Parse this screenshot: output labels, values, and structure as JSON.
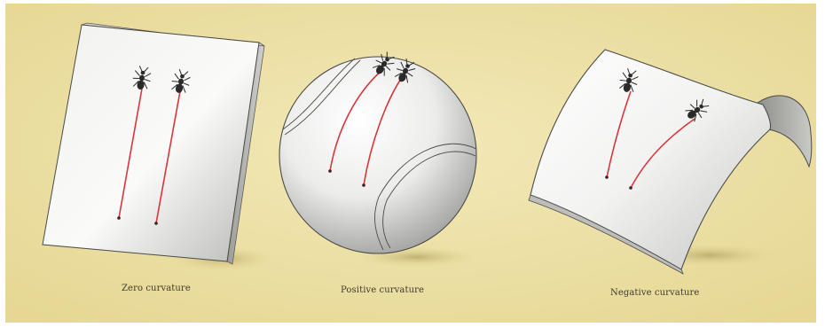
{
  "panels": [
    {
      "id": "plane",
      "caption": "Zero curvature"
    },
    {
      "id": "sphere",
      "caption": "Positive curvature"
    },
    {
      "id": "saddle",
      "caption": "Negative curvature"
    }
  ],
  "colors": {
    "background": "#ede1a6",
    "path": "#d8363c",
    "surface_light": "#fbfbfa",
    "surface_shade": "#a9a9a6",
    "outline": "#4a4a48",
    "ant": "#2a2a2a"
  },
  "icons": {
    "traveler": "ant-icon"
  }
}
